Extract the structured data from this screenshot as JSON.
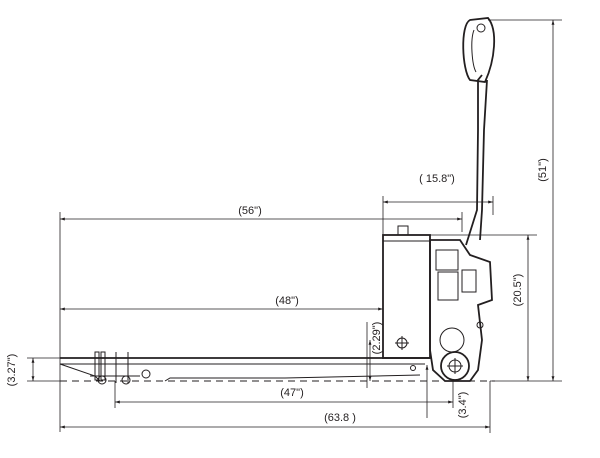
{
  "drawing": {
    "title": "Electric pallet truck side view dimensions",
    "dimensions": {
      "overall_height": "(51\")",
      "body_height": "(20.5\")",
      "fork_length_overall": "(56\")",
      "handle_offset": "( 15.8\")",
      "fork_length": "(48\")",
      "lowered_height": "(2.29\")",
      "lifted_height": "(3.27\")",
      "wheelbase": "(47\")",
      "drive_wheel_offset": "(3.4\")",
      "overall_length": "(63.8 )"
    },
    "line_color": "#231f20"
  }
}
